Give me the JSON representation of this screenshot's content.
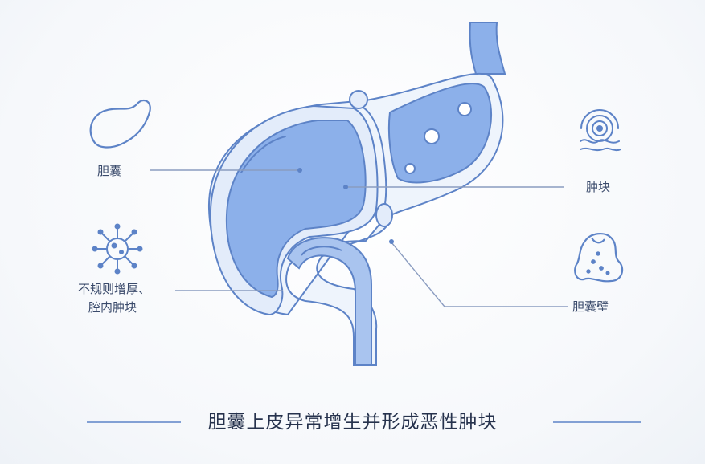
{
  "labels": {
    "gallbladder": "胆囊",
    "irregular_line1": "不规则增厚、",
    "irregular_line2": "腔内肿块",
    "tumor": "肿块",
    "wall": "胆囊壁"
  },
  "caption": "胆囊上皮异常增生并形成恶性肿块",
  "icons": [
    "pear-shape-icon",
    "virus-icon",
    "wave-signal-icon",
    "cell-cluster-icon"
  ],
  "colors": {
    "outline": "#5d83c7",
    "fill_light": "#dce8f9",
    "fill_mid": "#a9c4ef",
    "fill_dark": "#7ea6e6",
    "text": "#3a4a6b",
    "line": "#8a9cc0"
  }
}
